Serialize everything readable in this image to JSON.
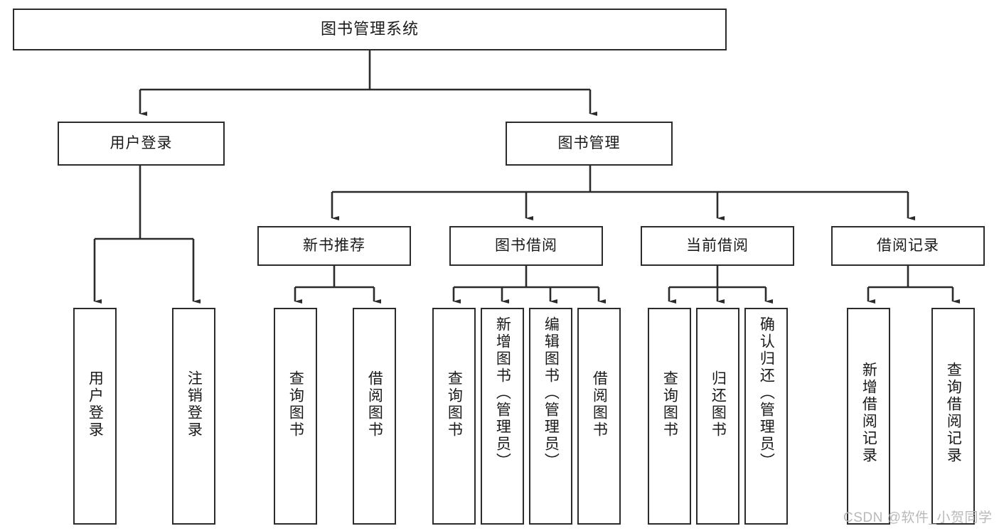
{
  "diagram": {
    "title": "图书管理系统",
    "type": "hierarchy-tree",
    "root": {
      "label": "图书管理系统"
    },
    "level2": [
      {
        "label": "用户登录"
      },
      {
        "label": "图书管理"
      }
    ],
    "level3": [
      {
        "label": "新书推荐"
      },
      {
        "label": "图书借阅"
      },
      {
        "label": "当前借阅"
      },
      {
        "label": "借阅记录"
      }
    ],
    "leaves": {
      "user_login": [
        {
          "label": "用户登录"
        },
        {
          "label": "注销登录"
        }
      ],
      "new_book_recommend": [
        {
          "label": "查询图书"
        },
        {
          "label": "借阅图书"
        }
      ],
      "book_borrow": [
        {
          "label": "查询图书"
        },
        {
          "label": "新增图书（管理员）"
        },
        {
          "label": "编辑图书（管理员）"
        },
        {
          "label": "借阅图书"
        }
      ],
      "current_borrow": [
        {
          "label": "查询图书"
        },
        {
          "label": "归还图书"
        },
        {
          "label": "确认归还（管理员）"
        }
      ],
      "borrow_record": [
        {
          "label": "新增借阅记录"
        },
        {
          "label": "查询借阅记录"
        }
      ]
    }
  },
  "watermark": {
    "text": "CSDN @软件_小贺同学"
  },
  "colors": {
    "border": "#2b2b2b",
    "text": "#1a1a1a",
    "background": "#ffffff",
    "watermark": "#b9b9b9"
  }
}
